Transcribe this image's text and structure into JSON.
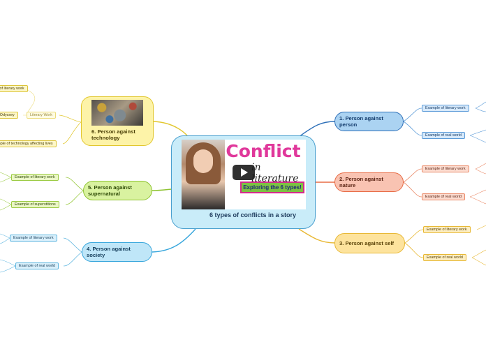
{
  "central": {
    "title": "6 types of conflicts in a story",
    "thumbnail": {
      "title_word": "Conflict",
      "subtitle": "in literature",
      "banner": "Exploring the 6 types!",
      "play_icon": "play-icon"
    }
  },
  "branches": [
    {
      "label": "1. Person against person",
      "children": [
        "Example of literary work",
        "Example of real world"
      ]
    },
    {
      "label": "2. Person against nature",
      "children": [
        "Example of literary work",
        "Example of real world"
      ]
    },
    {
      "label": "3. Person against self",
      "children": [
        "Example of literary work",
        "Example of real world"
      ]
    },
    {
      "label": "4. Person against society",
      "children": [
        "Example of literary work",
        "Example of real world"
      ]
    },
    {
      "label": "5. Person against supernatural",
      "children": [
        "Example of literary work",
        "Example of superstitions"
      ]
    },
    {
      "label": "6. Person against technology",
      "children": [
        "Literary Work",
        "Example of technology affecting lives"
      ]
    }
  ],
  "subleaves": [
    "Example of literary work",
    "The Odyssey"
  ],
  "colors": {
    "blue": "#2d6fb8",
    "salmon": "#e86b45",
    "yellow": "#e8b834",
    "cyan": "#37a6dc",
    "lime": "#8ec332",
    "lightyellow": "#e2c72e"
  }
}
